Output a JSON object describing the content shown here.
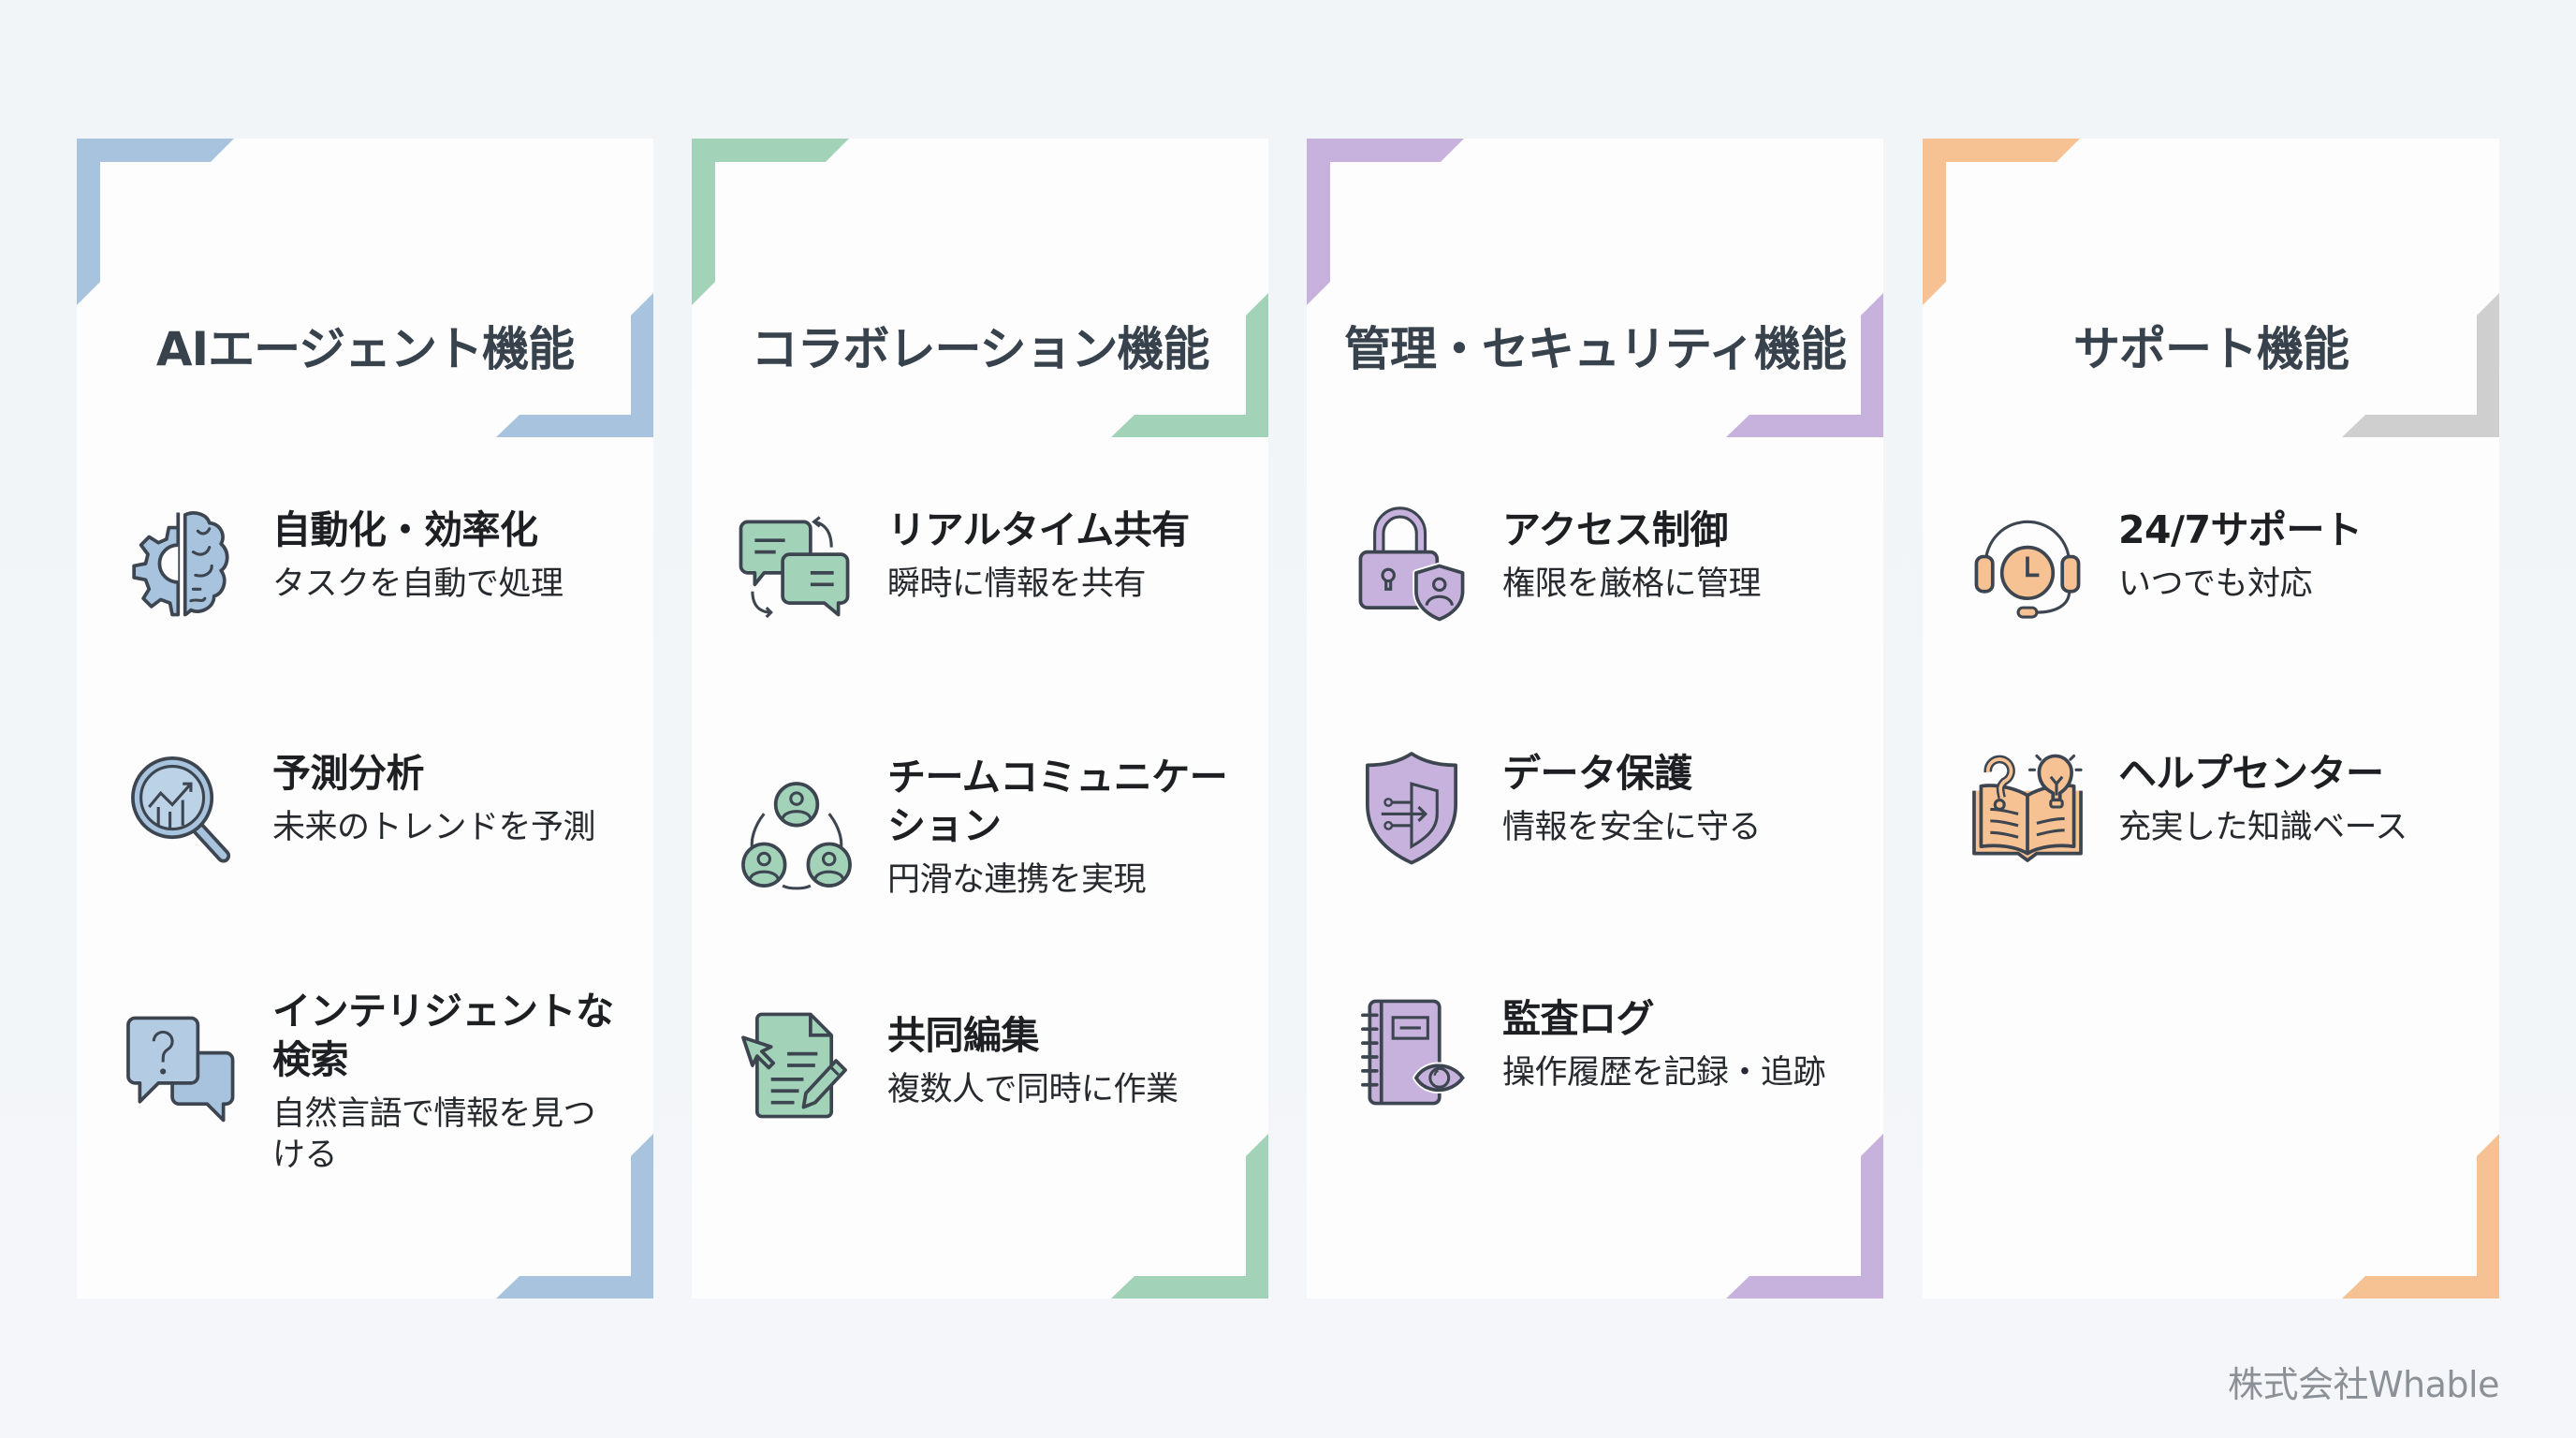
{
  "colors": {
    "background": "#f2f5f8",
    "card": "#fdfdfd",
    "title_text": "#37424d",
    "item_text": "#1d1f22",
    "icon_stroke": "#3d4650",
    "ai_accent": "#a7c3dd",
    "collab_accent": "#a2d3b9",
    "security_accent": "#c6b2dd",
    "support_accent": "#f7c293",
    "support_header_accent": "#cfcfcf",
    "footer_text": "#8c9097"
  },
  "cards": [
    {
      "title": "AIエージェント機能",
      "accent": "#a7c3dd",
      "items": [
        {
          "icon": "gear-brain-icon",
          "title": "自動化・効率化",
          "desc": "タスクを自動で処理"
        },
        {
          "icon": "magnifier-chart-icon",
          "title": "予測分析",
          "desc": "未来のトレンドを予測"
        },
        {
          "icon": "question-chat-icon",
          "title": "インテリジェントな検索",
          "desc": "自然言語で情報を見つける"
        }
      ]
    },
    {
      "title": "コラボレーション機能",
      "accent": "#a2d3b9",
      "items": [
        {
          "icon": "chat-sync-icon",
          "title": "リアルタイム共有",
          "desc": "瞬時に情報を共有"
        },
        {
          "icon": "team-users-icon",
          "title": "チームコミュニケーション",
          "desc": "円滑な連携を実現"
        },
        {
          "icon": "document-edit-icon",
          "title": "共同編集",
          "desc": "複数人で同時に作業"
        }
      ]
    },
    {
      "title": "管理・セキュリティ機能",
      "accent": "#c6b2dd",
      "items": [
        {
          "icon": "lock-shield-icon",
          "title": "アクセス制御",
          "desc": "権限を厳格に管理"
        },
        {
          "icon": "shield-data-icon",
          "title": "データ保護",
          "desc": "情報を安全に守る"
        },
        {
          "icon": "audit-log-eye-icon",
          "title": "監査ログ",
          "desc": "操作履歴を記録・追跡"
        }
      ]
    },
    {
      "title": "サポート機能",
      "accent": "#f7c293",
      "items": [
        {
          "icon": "headset-clock-icon",
          "title": "24/7サポート",
          "desc": "いつでも対応"
        },
        {
          "icon": "help-book-icon",
          "title": "ヘルプセンター",
          "desc": "充実した知識ベース"
        }
      ]
    }
  ],
  "footer": {
    "company": "株式会社Whable"
  }
}
